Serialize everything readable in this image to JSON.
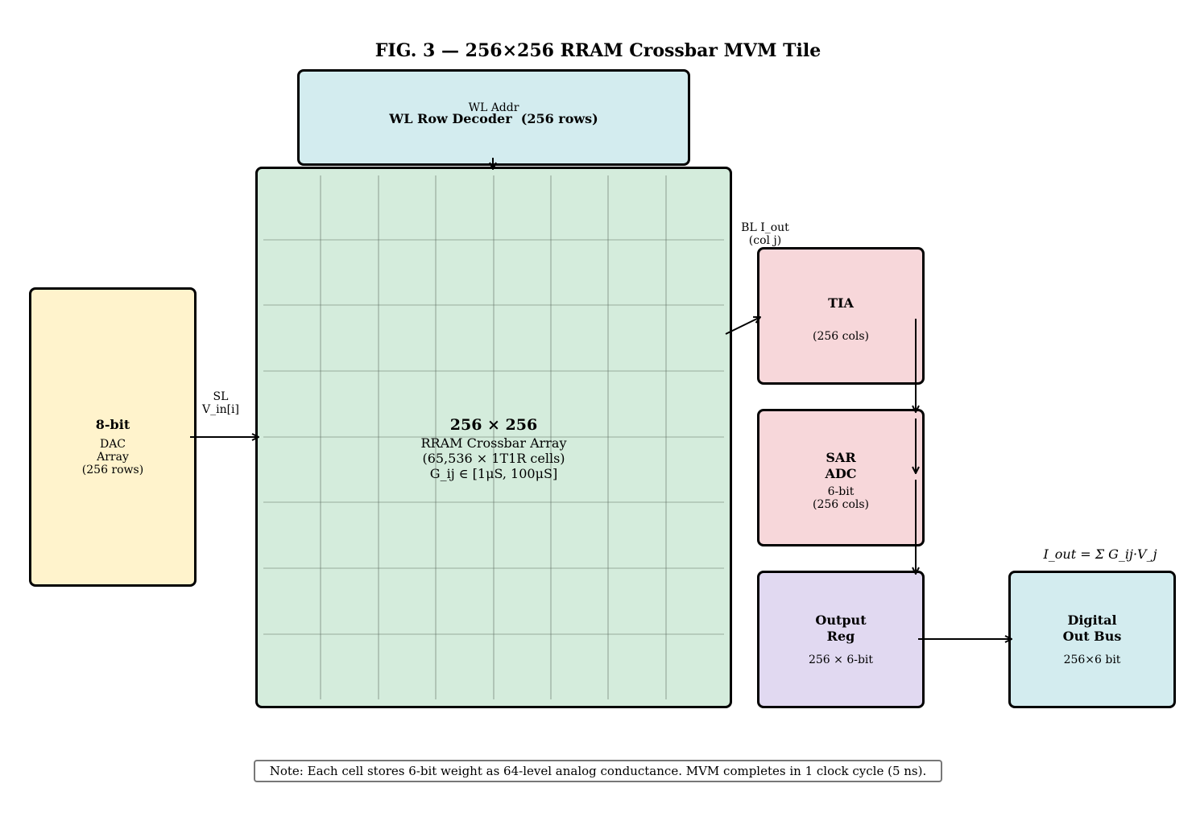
{
  "title": "FIG. 3 — 256×256 RRAM Crossbar MVM Tile",
  "colors": {
    "decoder": "#d3ecef",
    "array": "#d4ecdc",
    "dac": "#fff3cc",
    "tia": "#f7d7da",
    "adc": "#f7d7da",
    "reg": "#e1d9f1",
    "bus": "#d3ecef"
  },
  "decoder": {
    "label": "WL Row Decoder  (256 rows)",
    "addr_label": "WL Addr"
  },
  "array": {
    "title": "256 × 256",
    "line1": "RRAM Crossbar Array",
    "line2": "(65,536 × 1T1R cells)",
    "line3": "G_ij ∈ [1μS, 100μS]"
  },
  "dac": {
    "title": "8-bit",
    "line1": "DAC",
    "line2": "Array",
    "line3": "(256 rows)"
  },
  "sl_label": {
    "line1": "SL",
    "line2": "V_in[i]"
  },
  "bl_label": {
    "line1": "BL I_out",
    "line2": "(col j)"
  },
  "tia": {
    "title": "TIA",
    "sub": "(256 cols)"
  },
  "adc": {
    "title1": "SAR",
    "title2": "ADC",
    "sub1": "6-bit",
    "sub2": "(256 cols)"
  },
  "reg": {
    "title1": "Output",
    "title2": "Reg",
    "sub": "256 × 6-bit"
  },
  "bus": {
    "title1": "Digital",
    "title2": "Out Bus",
    "sub": "256×6 bit"
  },
  "equation": "I_out = Σ G_ij·V_j",
  "note": "Note: Each cell stores 6-bit weight as 64-level analog conductance. MVM completes in 1 clock cycle (5 ns)."
}
